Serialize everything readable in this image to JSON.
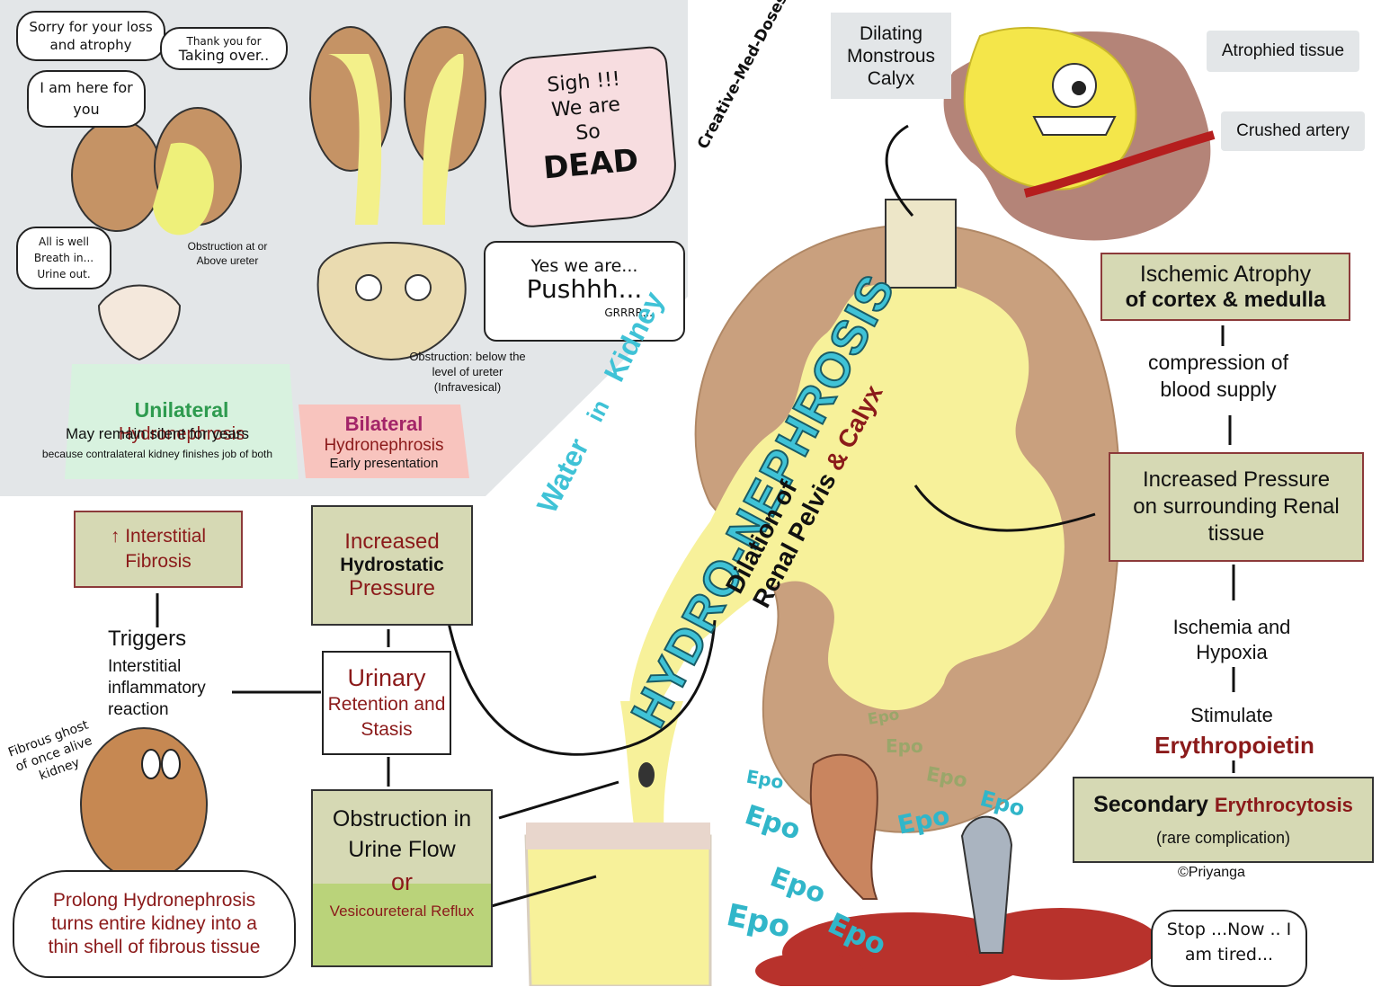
{
  "colors": {
    "panel_gray": "#e3e6e8",
    "box_olive": "#d6d9b4",
    "box_border": "#8c3a3a",
    "urine_yellow": "#f7f19a",
    "kidney_tan": "#c9a07e",
    "dark_red": "#8b1a1a",
    "title_cyan": "#3fc2d6",
    "title_green": "#5fbf2a",
    "epo_cyan": "#31b6c9"
  },
  "title": {
    "part1": "Water",
    "part2": "in",
    "part3": "Kidney",
    "main": "HYDRO-NEPHROSIS",
    "author_tag": "Creative-Med-Doses",
    "dilation_line1": "Dilation of",
    "dilation_line2": "Renal Pelvis",
    "dilation_line3": "& Calyx"
  },
  "panel": {
    "bubble1": "Sorry for your loss and atrophy",
    "bubble2": "Thank you for",
    "bubble2b": "Taking over..",
    "bubble3": "I am here for you",
    "bubble4": "All is well Breath in... Urine out.",
    "obstruction_upper": "Obstruction at or Above ureter",
    "unilateral_title": "Unilateral",
    "unilateral_sub": "Hydronephrosis",
    "unilateral_note1": "May remain silent for years",
    "unilateral_note2": "because contralateral kidney finishes job of both",
    "sigh1": "Sigh !!!",
    "sigh2": "We are",
    "sigh3": "So",
    "sigh4": "DEAD",
    "yes1": "Yes we are...",
    "yes2": "Pushhh...",
    "yes3": "GRRRR...",
    "obstruction_lower": "Obstruction: below the level of ureter (Infravesical)",
    "bilateral_title": "Bilateral",
    "bilateral_sub": "Hydronephrosis",
    "bilateral_note": "Early presentation"
  },
  "left_flow": {
    "interstitial": "↑ Interstitial Fibrosis",
    "hydrostatic1": "Increased",
    "hydrostatic2": "Hydrostatic",
    "hydrostatic3": "Pressure",
    "triggers": "Triggers",
    "triggers_sub": "Interstitial inflammatory reaction",
    "urinary1": "Urinary",
    "urinary2": "Retention and Stasis",
    "obstruction1": "Obstruction in Urine Flow",
    "obstruction_or": "or",
    "obstruction2": "Vesicoureteral Reflux",
    "ghost_label": "Fibrous ghost of once alive kidney",
    "prolong": "Prolong Hydronephrosis turns entire kidney into a thin shell of fibrous tissue"
  },
  "right_flow": {
    "calyx_label": "Dilating Monstrous Calyx",
    "atrophied": "Atrophied tissue",
    "crushed": "Crushed artery",
    "ischemic1": "Ischemic Atrophy",
    "ischemic2": "of cortex & medulla",
    "compression": "compression of blood supply",
    "pressure": "Increased Pressure on surrounding Renal tissue",
    "ischemia": "Ischemia and Hypoxia",
    "stimulate": "Stimulate",
    "epo_word": "Erythropoietin",
    "secondary1": "Secondary",
    "secondary2": "Erythrocytosis",
    "secondary_note": "(rare complication)",
    "copyright": "©Priyanga",
    "tired": "Stop ...Now .. I am tired...",
    "epo_tag": "Epo"
  }
}
